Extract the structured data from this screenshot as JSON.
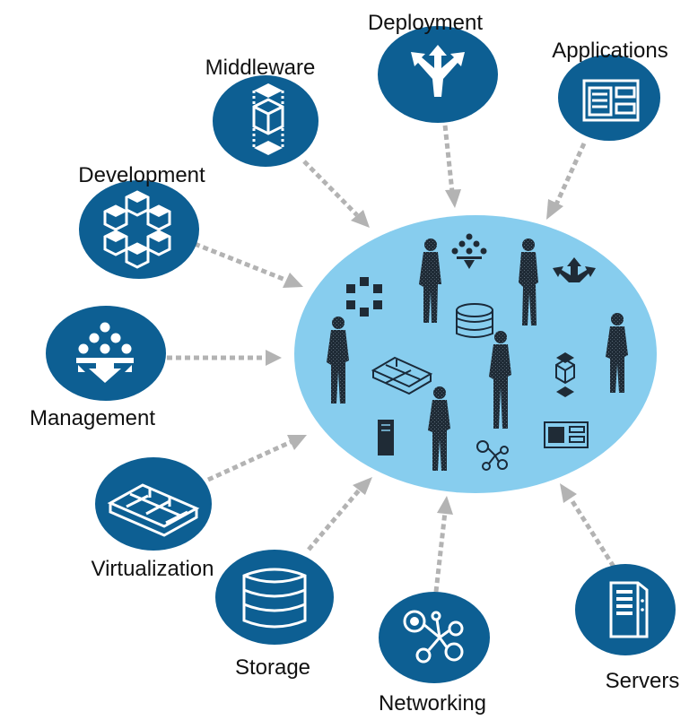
{
  "diagram": {
    "hub": {
      "color": "#87cdee"
    },
    "node_color": "#0d5f93",
    "arrow_color": "#b3b3b3",
    "nodes": [
      {
        "key": "deployment",
        "label": "Deployment",
        "icon": "deployment-arrows-icon"
      },
      {
        "key": "applications",
        "label": "Applications",
        "icon": "application-window-icon"
      },
      {
        "key": "middleware",
        "label": "Middleware",
        "icon": "middleware-cube-icon"
      },
      {
        "key": "development",
        "label": "Development",
        "icon": "development-cubes-icon"
      },
      {
        "key": "management",
        "label": "Management",
        "icon": "management-hierarchy-icon"
      },
      {
        "key": "virtualization",
        "label": "Virtualization",
        "icon": "virtualization-blocks-icon"
      },
      {
        "key": "storage",
        "label": "Storage",
        "icon": "storage-database-icon"
      },
      {
        "key": "networking",
        "label": "Networking",
        "icon": "networking-nodes-icon"
      },
      {
        "key": "servers",
        "label": "Servers",
        "icon": "server-tower-icon"
      }
    ]
  }
}
